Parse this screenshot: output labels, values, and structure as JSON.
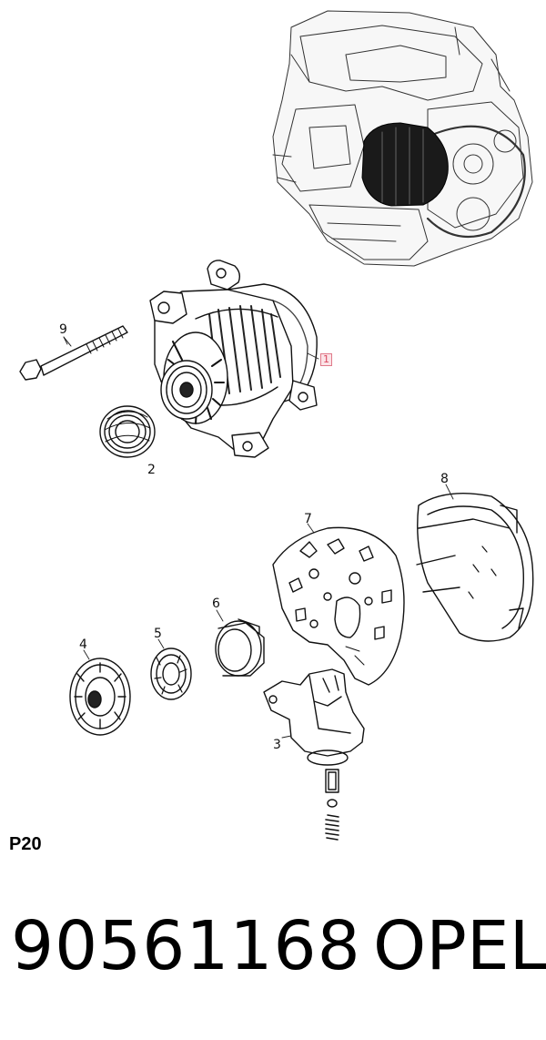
{
  "callouts": {
    "c1": "1",
    "c2": "2",
    "c3": "3",
    "c4": "4",
    "c5": "5",
    "c6": "6",
    "c7": "7",
    "c8": "8",
    "c9": "9"
  },
  "page_code": "P20",
  "part_number": "90561168",
  "brand": "OPEL"
}
